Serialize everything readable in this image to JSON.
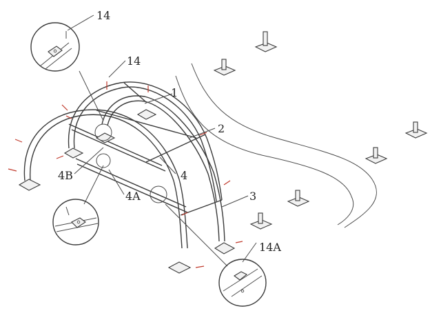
{
  "labels": {
    "l14_top": "14",
    "l14_mid": "14",
    "l1": "1",
    "l2": "2",
    "l3": "3",
    "l4": "4",
    "l4a": "4A",
    "l4b": "4B",
    "l14a": "14A"
  },
  "colors": {
    "line": "#3a3a3a",
    "bolt_accent": "#c0392b",
    "background": "#ffffff"
  }
}
